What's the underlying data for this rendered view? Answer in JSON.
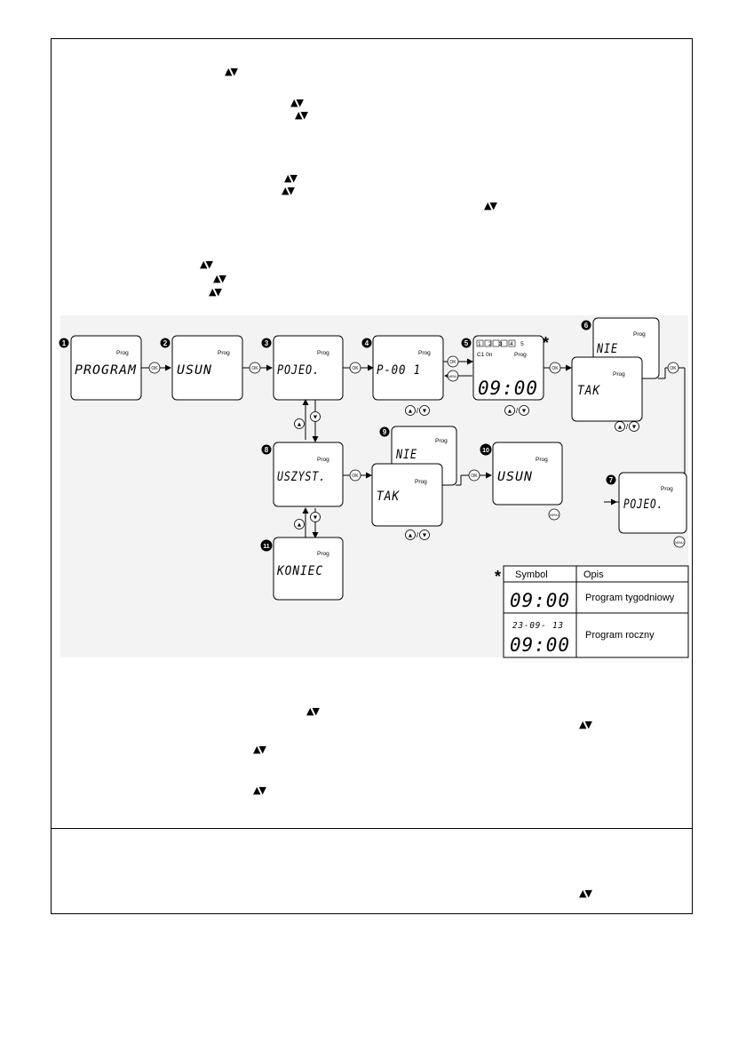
{
  "arrow_symbol": "▲▼",
  "screens": {
    "s1": {
      "num": "1",
      "text": "PROGRAM",
      "tag": "Prog"
    },
    "s2": {
      "num": "2",
      "text": "USUN",
      "tag": "Prog"
    },
    "s3": {
      "num": "3",
      "text": "POJEO.",
      "tag": "Prog"
    },
    "s4": {
      "num": "4",
      "text": "P-00 1",
      "tag": "Prog"
    },
    "s5": {
      "num": "5",
      "days": "1 2 3 4 5",
      "sub": "C1 0n",
      "tag": "Prog",
      "time": "09:00"
    },
    "s6a": {
      "num": "6",
      "text": "NIE",
      "tag": "Prog"
    },
    "s6b": {
      "text": "TAK",
      "tag": "Prog"
    },
    "s7": {
      "num": "7",
      "text": "POJEO.",
      "tag": "Prog"
    },
    "s8": {
      "num": "8",
      "text": "USZYST.",
      "tag": "Prog"
    },
    "s9a": {
      "num": "9",
      "text": "NIE",
      "tag": "Prog"
    },
    "s9b": {
      "text": "TAK",
      "tag": "Prog"
    },
    "s10": {
      "num": "10",
      "text": "USUN",
      "tag": "Prog"
    },
    "s11": {
      "num": "11",
      "text": "KONIEC",
      "tag": "Prog"
    }
  },
  "buttons": {
    "ok": "OK",
    "menu": "MENU",
    "up": "▲",
    "down": "▼",
    "slash": "/"
  },
  "symbol_table": {
    "star": "*",
    "headers": [
      "Symbol",
      "Opis"
    ],
    "rows": [
      {
        "symbol_top": "",
        "symbol": "09:00",
        "desc": "Program tygodniowy"
      },
      {
        "symbol_top": "23-09- 13",
        "symbol": "09:00",
        "desc": "Program roczny"
      }
    ]
  }
}
